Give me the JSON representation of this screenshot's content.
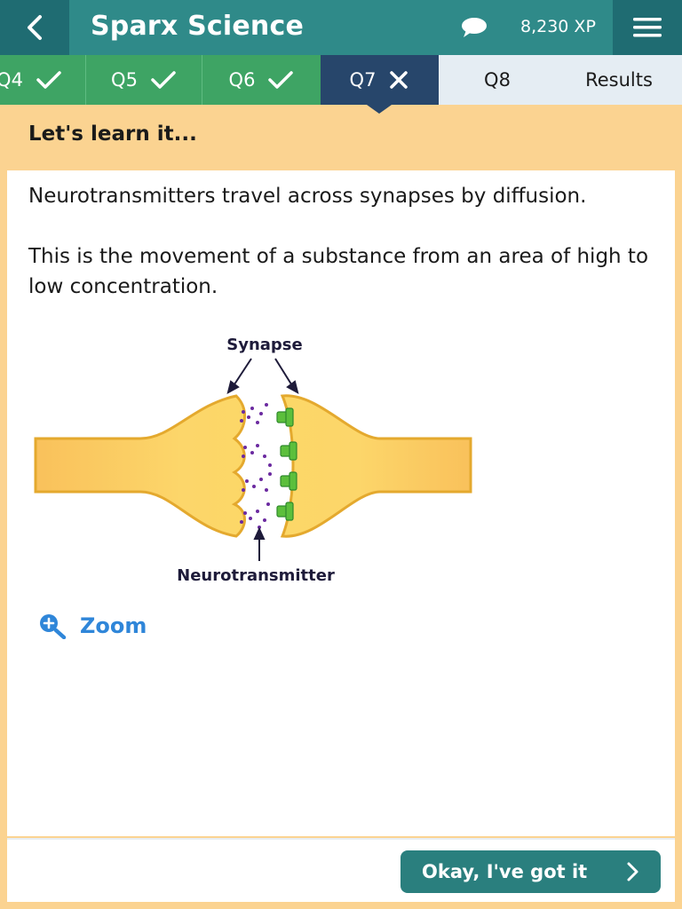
{
  "header": {
    "back_icon": "chevron-left-icon",
    "title": "Sparx Science",
    "chat_icon": "speech-bubble-icon",
    "xp": "8,230 XP",
    "menu_icon": "hamburger-menu-icon"
  },
  "tabs": [
    {
      "label": "Q4",
      "status": "correct",
      "icon": "check-icon"
    },
    {
      "label": "Q5",
      "status": "correct",
      "icon": "check-icon"
    },
    {
      "label": "Q6",
      "status": "correct",
      "icon": "check-icon"
    },
    {
      "label": "Q7",
      "status": "wrong",
      "icon": "cross-icon"
    },
    {
      "label": "Q8",
      "status": "pending"
    },
    {
      "label": "Results",
      "status": "pending"
    }
  ],
  "section": {
    "title": "Let's learn it..."
  },
  "content": {
    "paragraph1": "Neurotransmitters travel across synapses by diffusion.",
    "paragraph2": "This is the movement of a substance from an area of high to low concentration."
  },
  "diagram": {
    "label_synapse": "Synapse",
    "label_neurotransmitter": "Neurotransmitter"
  },
  "zoom": {
    "label": "Zoom",
    "icon": "zoom-in-icon"
  },
  "footer": {
    "button_label": "Okay, I've got it",
    "button_icon": "chevron-right-icon"
  },
  "colors": {
    "header": "#2f8a89",
    "header_dark": "#1f6c72",
    "tab_correct": "#3ea464",
    "tab_wrong": "#27466b",
    "tab_pending": "#e5edf3",
    "background": "#fbd391",
    "button": "#2a7f7e",
    "link": "#2f86d9"
  }
}
